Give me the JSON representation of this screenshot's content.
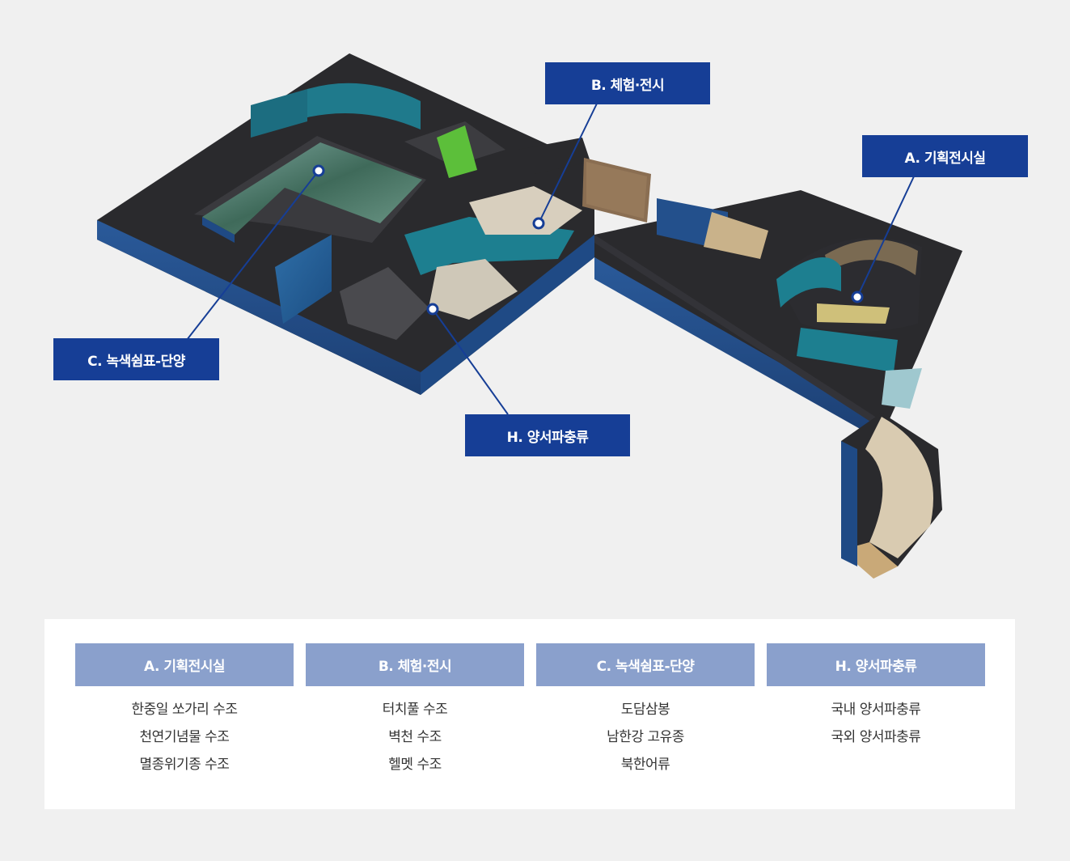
{
  "callouts": {
    "a": "A. 기획전시실",
    "b": "B. 체험·전시",
    "c": "C. 녹색쉼표-단양",
    "h": "H. 양서파충류"
  },
  "legend": [
    {
      "title": "A. 기획전시실",
      "items": [
        "한중일 쏘가리 수조",
        "천연기념물 수조",
        "멸종위기종 수조"
      ]
    },
    {
      "title": "B. 체험·전시",
      "items": [
        "터치풀 수조",
        "벽천 수조",
        "헬멧 수조"
      ]
    },
    {
      "title": "C. 녹색쉼표-단양",
      "items": [
        "도담삼봉",
        "남한강 고유종",
        "북한어류"
      ]
    },
    {
      "title": "H. 양서파충류",
      "items": [
        "국내 양서파충류",
        "국외 양서파충류"
      ]
    }
  ],
  "colors": {
    "callout_bg": "#163e96",
    "legend_head_bg": "#8aa0cc",
    "page_bg": "#f0f0f0"
  }
}
